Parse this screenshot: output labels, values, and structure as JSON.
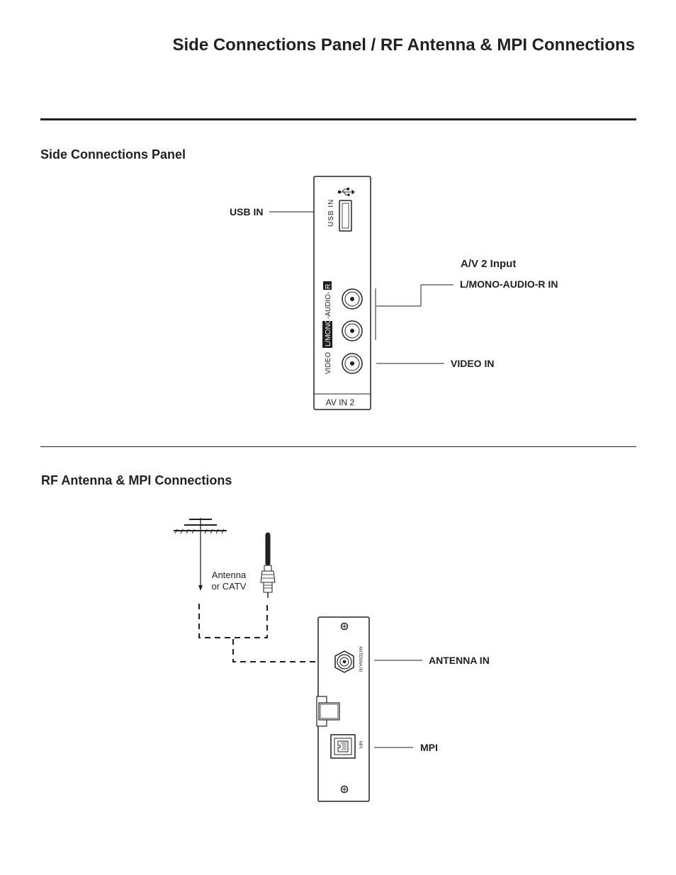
{
  "page": {
    "title": "Side Connections Panel / RF Antenna & MPI Connections"
  },
  "side_panel": {
    "heading": "Side Connections Panel",
    "usb_label": "USB IN",
    "usb_panel_text": "USB IN",
    "av_group_label": "A/V 2 Input",
    "audio_label": "L/MONO-AUDIO-R IN",
    "video_label": "VIDEO IN",
    "audio_panel_text_mono": "L/MONO",
    "audio_panel_text_audio": "-AUDIO-",
    "audio_panel_text_r": "R",
    "video_panel_text": "VIDEO",
    "panel_footer": "AV IN 2"
  },
  "rf_section": {
    "heading": "RF Antenna & MPI Connections",
    "antenna_caption_line1": "Antenna",
    "antenna_caption_line2": "or CATV",
    "antenna_in_label": "ANTENNA IN",
    "antenna_in_panel_text": "ANTENNA IN",
    "mpi_label": "MPI",
    "mpi_panel_text": "MPI"
  }
}
